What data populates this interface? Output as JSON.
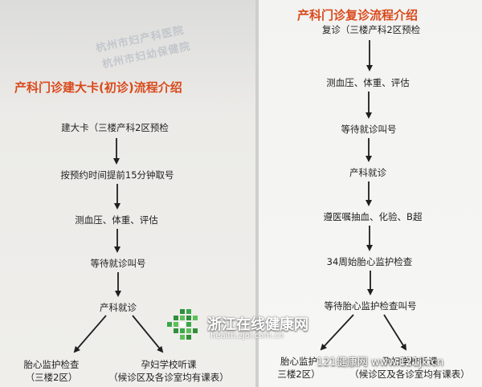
{
  "left": {
    "title": "产科门诊建大卡(初诊)流程介绍",
    "steps": [
      "建大卡（三楼产科2区预检",
      "按预约时间提前15分钟取号",
      "测血压、体重、评估",
      "等待就诊叫号",
      "产科就诊"
    ],
    "branch_a": [
      "胎心监护检查",
      "（三楼2区）"
    ],
    "branch_b": [
      "孕妇学校听课",
      "（候诊区及各诊室均有课表）"
    ]
  },
  "right": {
    "title": "产科门诊复诊流程介绍",
    "steps": [
      "复诊（三楼产科2区预检",
      "测血压、体重、评估",
      "等待就诊叫号",
      "产科就诊",
      "遵医嘱抽血、化验、B超",
      "34周始胎心监护检查",
      "等待胎心监护检查叫号"
    ],
    "branch_a": [
      "胎心监护",
      "三楼2区）"
    ],
    "branch_b": [
      "孕妇学校听课",
      "（候诊区及各诊室均有课表）"
    ]
  },
  "stamps": [
    "杭州市妇产科医院",
    "杭州市妇幼保健院"
  ],
  "watermark": {
    "name": "浙江在线健康网",
    "url": "health.zjol.com.cn",
    "site": "121健康网 www.121jk.cn"
  },
  "colors": {
    "title": "#d94a1c",
    "text": "#1f1f1f",
    "arrow": "#1f1f1f"
  }
}
